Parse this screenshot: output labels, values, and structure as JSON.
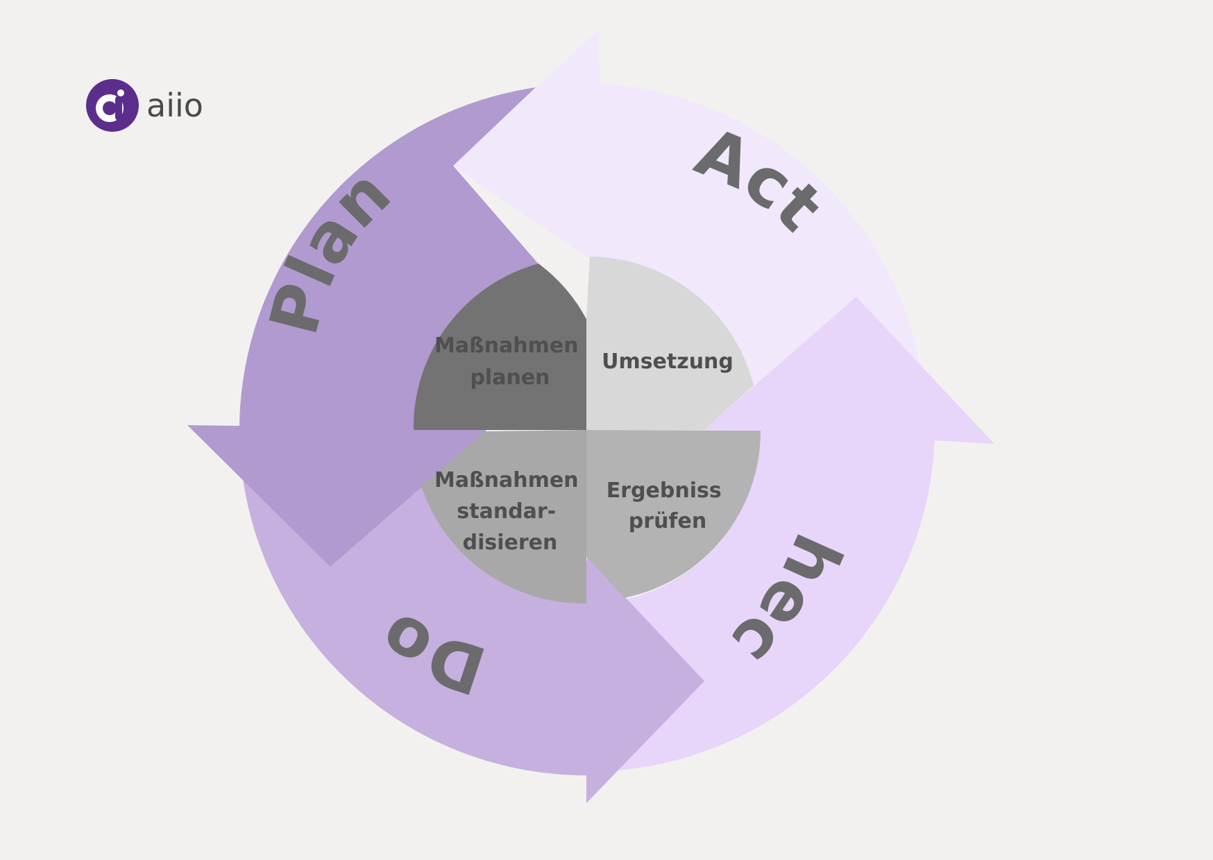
{
  "logo": {
    "text": "aiio",
    "colors": {
      "mark": "#5b2e8c",
      "text": "#4a4a4a"
    }
  },
  "cycle": {
    "phases": [
      {
        "id": "plan",
        "label": "Plan",
        "color": "#b09acf"
      },
      {
        "id": "do",
        "label": "Do",
        "color": "#c5b0df"
      },
      {
        "id": "check",
        "label": "Check",
        "color": "#e8d5fa"
      },
      {
        "id": "act",
        "label": "Act",
        "color": "#f1e8fb"
      }
    ],
    "center": {
      "top_left": {
        "lines": [
          "Maßnahmen",
          "planen"
        ],
        "color": "#737373"
      },
      "top_right": {
        "lines": [
          "Umsetzung"
        ],
        "color": "#d8d8d8"
      },
      "bottom_right": {
        "lines": [
          "Ergebniss",
          "prüfen"
        ],
        "color": "#b3b3b3"
      },
      "bottom_left": {
        "lines": [
          "Maßnahmen",
          "standar-",
          "disieren"
        ],
        "color": "#a8a8a8"
      }
    }
  }
}
